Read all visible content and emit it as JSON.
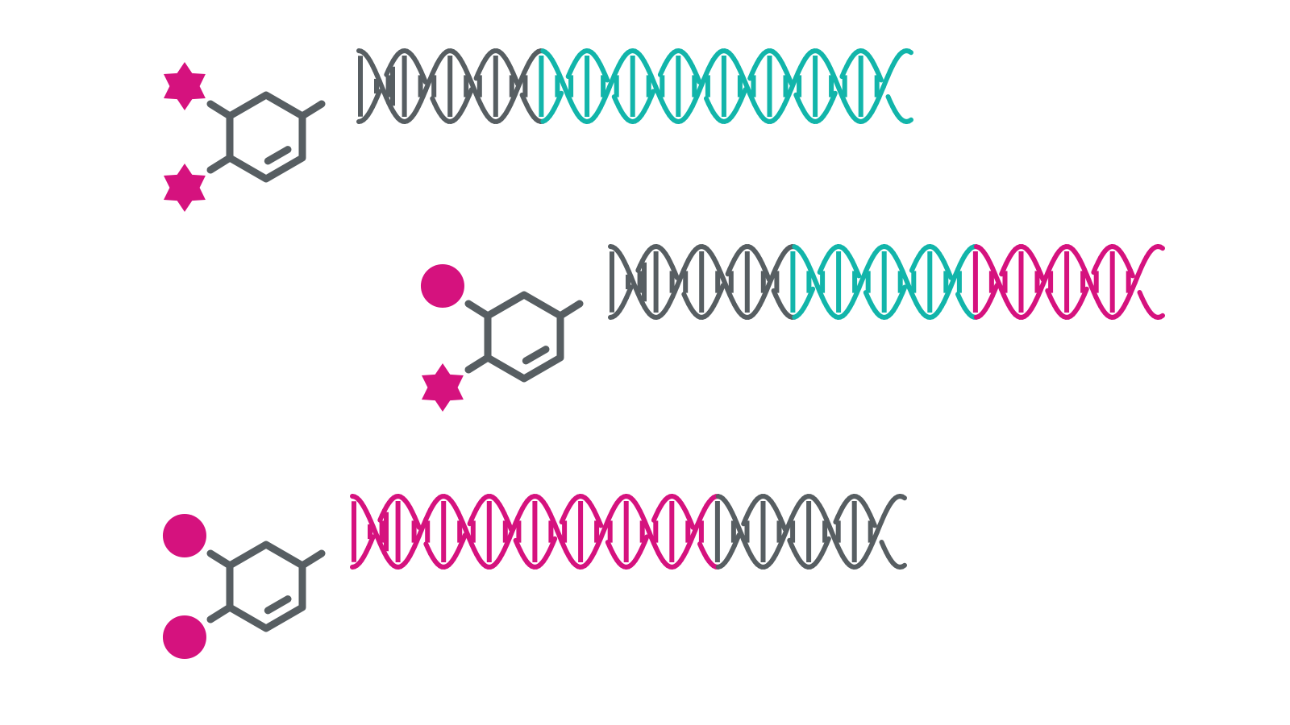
{
  "colors": {
    "gray": "#575e62",
    "teal": "#12b5aa",
    "magenta": "#d5127e",
    "background": "#ffffff"
  },
  "rows": [
    {
      "id": "row-1",
      "markers": [
        "star-icon",
        "star-icon"
      ],
      "helix_segments": [
        "gray",
        "teal"
      ],
      "segment_split_fraction": 0.33
    },
    {
      "id": "row-2",
      "markers": [
        "circle-icon",
        "star-icon"
      ],
      "helix_segments": [
        "gray",
        "teal",
        "magenta"
      ],
      "segment_split_fraction": [
        0.33,
        0.66
      ]
    },
    {
      "id": "row-3",
      "markers": [
        "circle-icon",
        "circle-icon"
      ],
      "helix_segments": [
        "magenta",
        "gray"
      ],
      "segment_split_fraction": 0.66
    }
  ]
}
